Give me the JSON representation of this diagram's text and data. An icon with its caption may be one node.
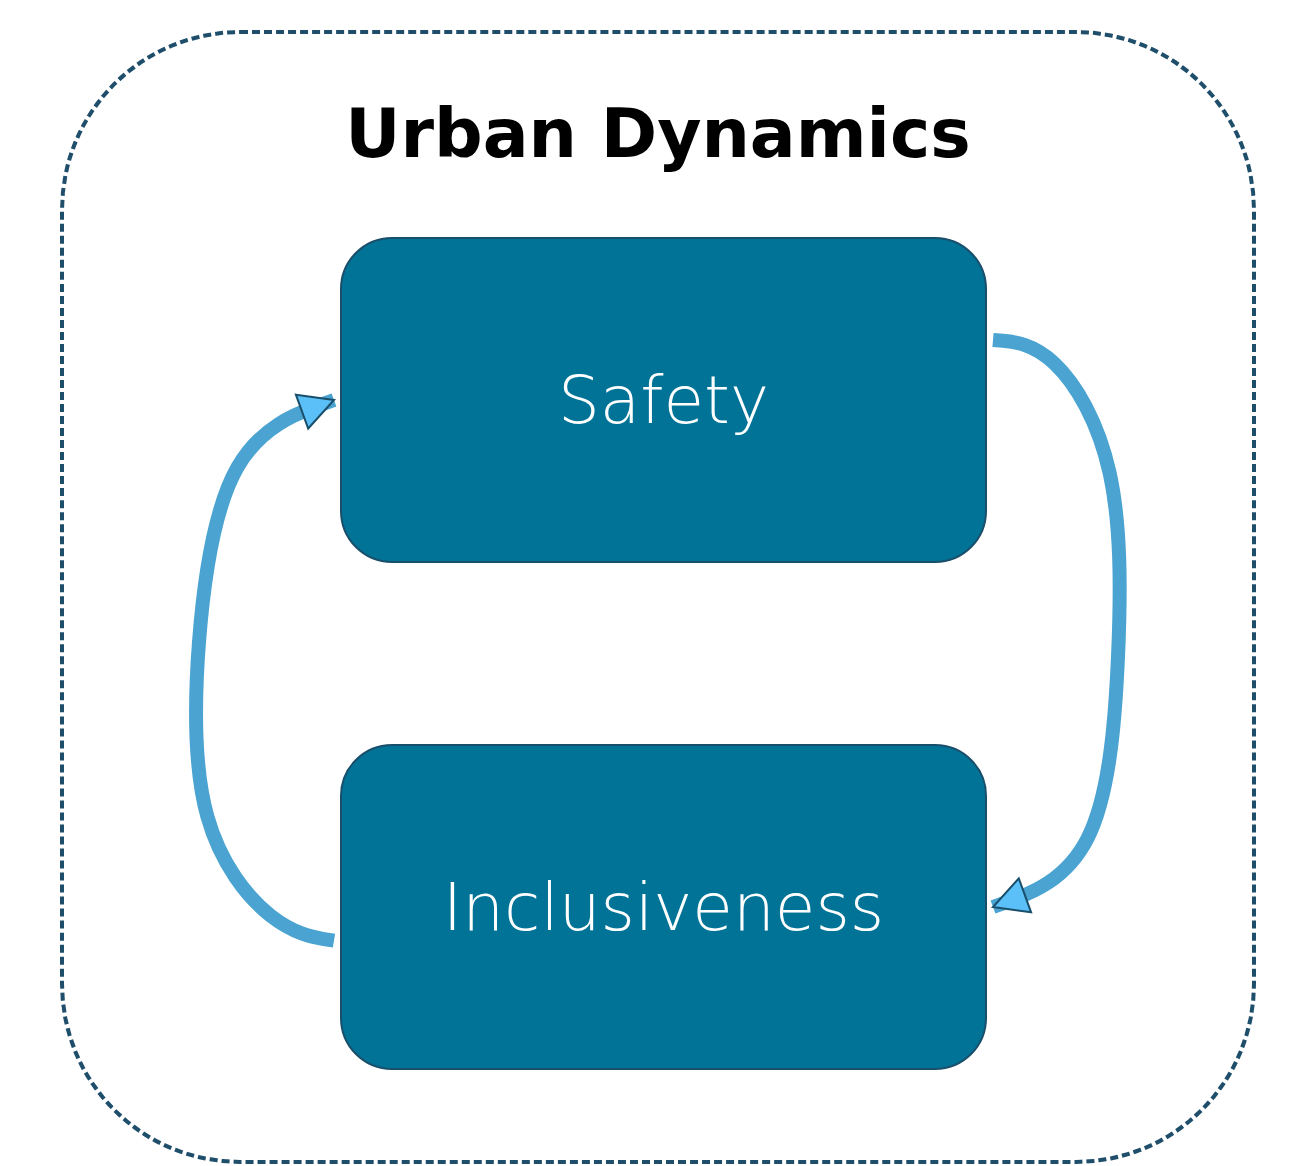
{
  "diagram": {
    "nodes": [
      {
        "text": [
          "Urban Dynamics"
        ]
      },
      {
        "text": [
          "Safety"
        ],
        "in": 0
      },
      {
        "text": [
          "Inclusiveness"
        ],
        "in": 0
      }
    ],
    "edges": [
      {
        "from": 1,
        "to": 2,
        "arrow": "to"
      },
      {
        "from": 2,
        "to": 1,
        "arrow": "to"
      }
    ]
  }
}
